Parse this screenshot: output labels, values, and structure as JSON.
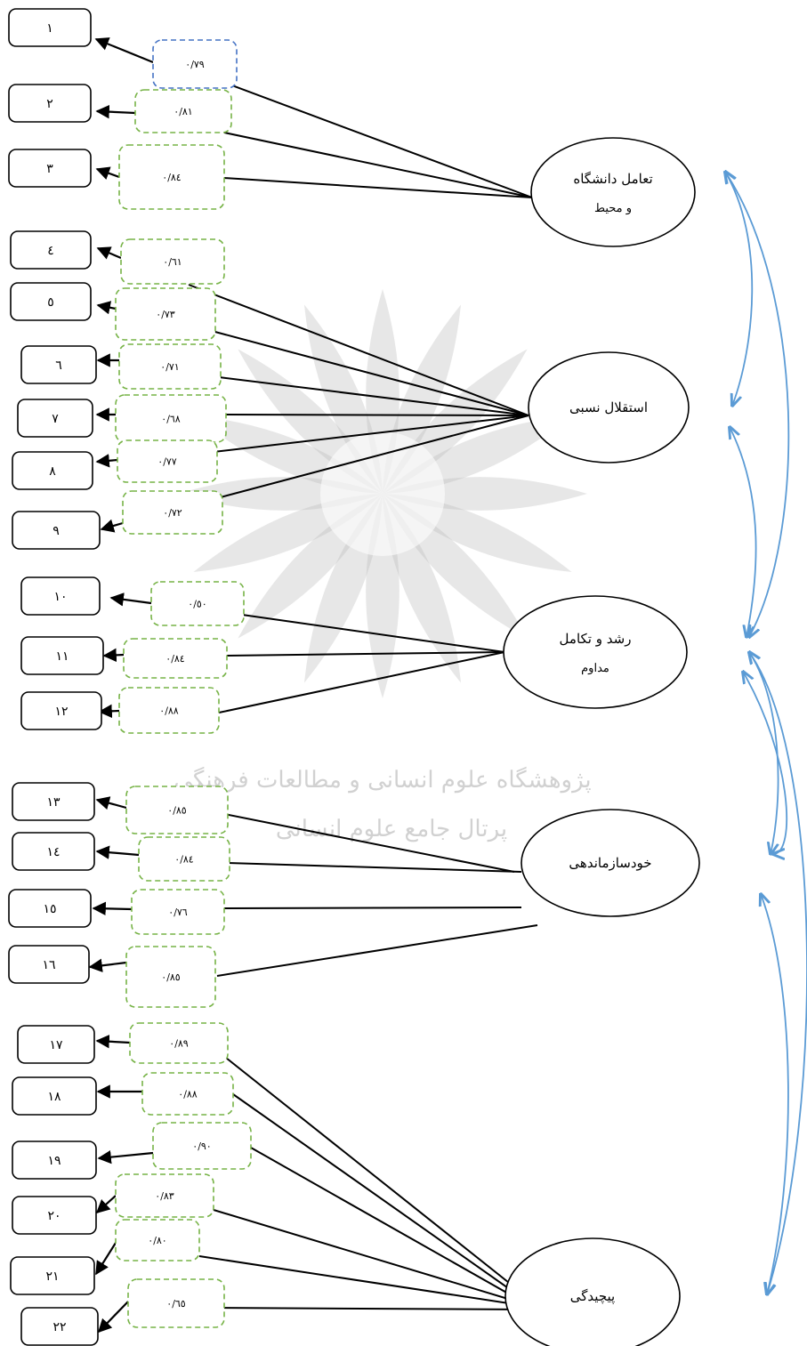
{
  "items": [
    "١",
    "٢",
    "٣",
    "٤",
    "٥",
    "٦",
    "٧",
    "٨",
    "٩",
    "١٠",
    "١١",
    "١٢",
    "١٣",
    "١٤",
    "١٥",
    "١٦",
    "١٧",
    "١٨",
    "١٩",
    "٢٠",
    "٢١",
    "٢٢"
  ],
  "loadings": [
    "٠/٧٩",
    "٠/٨١",
    "٠/٨٤",
    "٠/٦١",
    "٠/٧٣",
    "٠/٧١",
    "٠/٦٨",
    "٠/٧٧",
    "٠/٧٢",
    "٠/٥٠",
    "٠/٨٤",
    "٠/٨٨",
    "٠/٨٥",
    "٠/٨٤",
    "٠/٧٦",
    "٠/٨٥",
    "٠/٨٩",
    "٠/٨٨",
    "٠/٩٠",
    "٠/٨٣",
    "٠/٨٠",
    "٠/٦٥"
  ],
  "factors": [
    {
      "line1": "تعامل دانشگاه",
      "line2": "و محیط"
    },
    {
      "line1": "استقلال نسبی",
      "line2": ""
    },
    {
      "line1": "رشد و تکامل",
      "line2": "مداوم"
    },
    {
      "line1": "خودسازماندهی",
      "line2": ""
    },
    {
      "line1": "پیچیدگی",
      "line2": ""
    }
  ],
  "watermark": {
    "line1": "پژوهشگاه علوم انسانی و مطالعات فرهنگی",
    "line2": "پرتال جامع علوم انسانی"
  },
  "colors": {
    "loading_border": "#77b347",
    "highlight_border": "#4472c4",
    "correlation_arrow": "#5b9bd5",
    "item_border": "#000000"
  }
}
